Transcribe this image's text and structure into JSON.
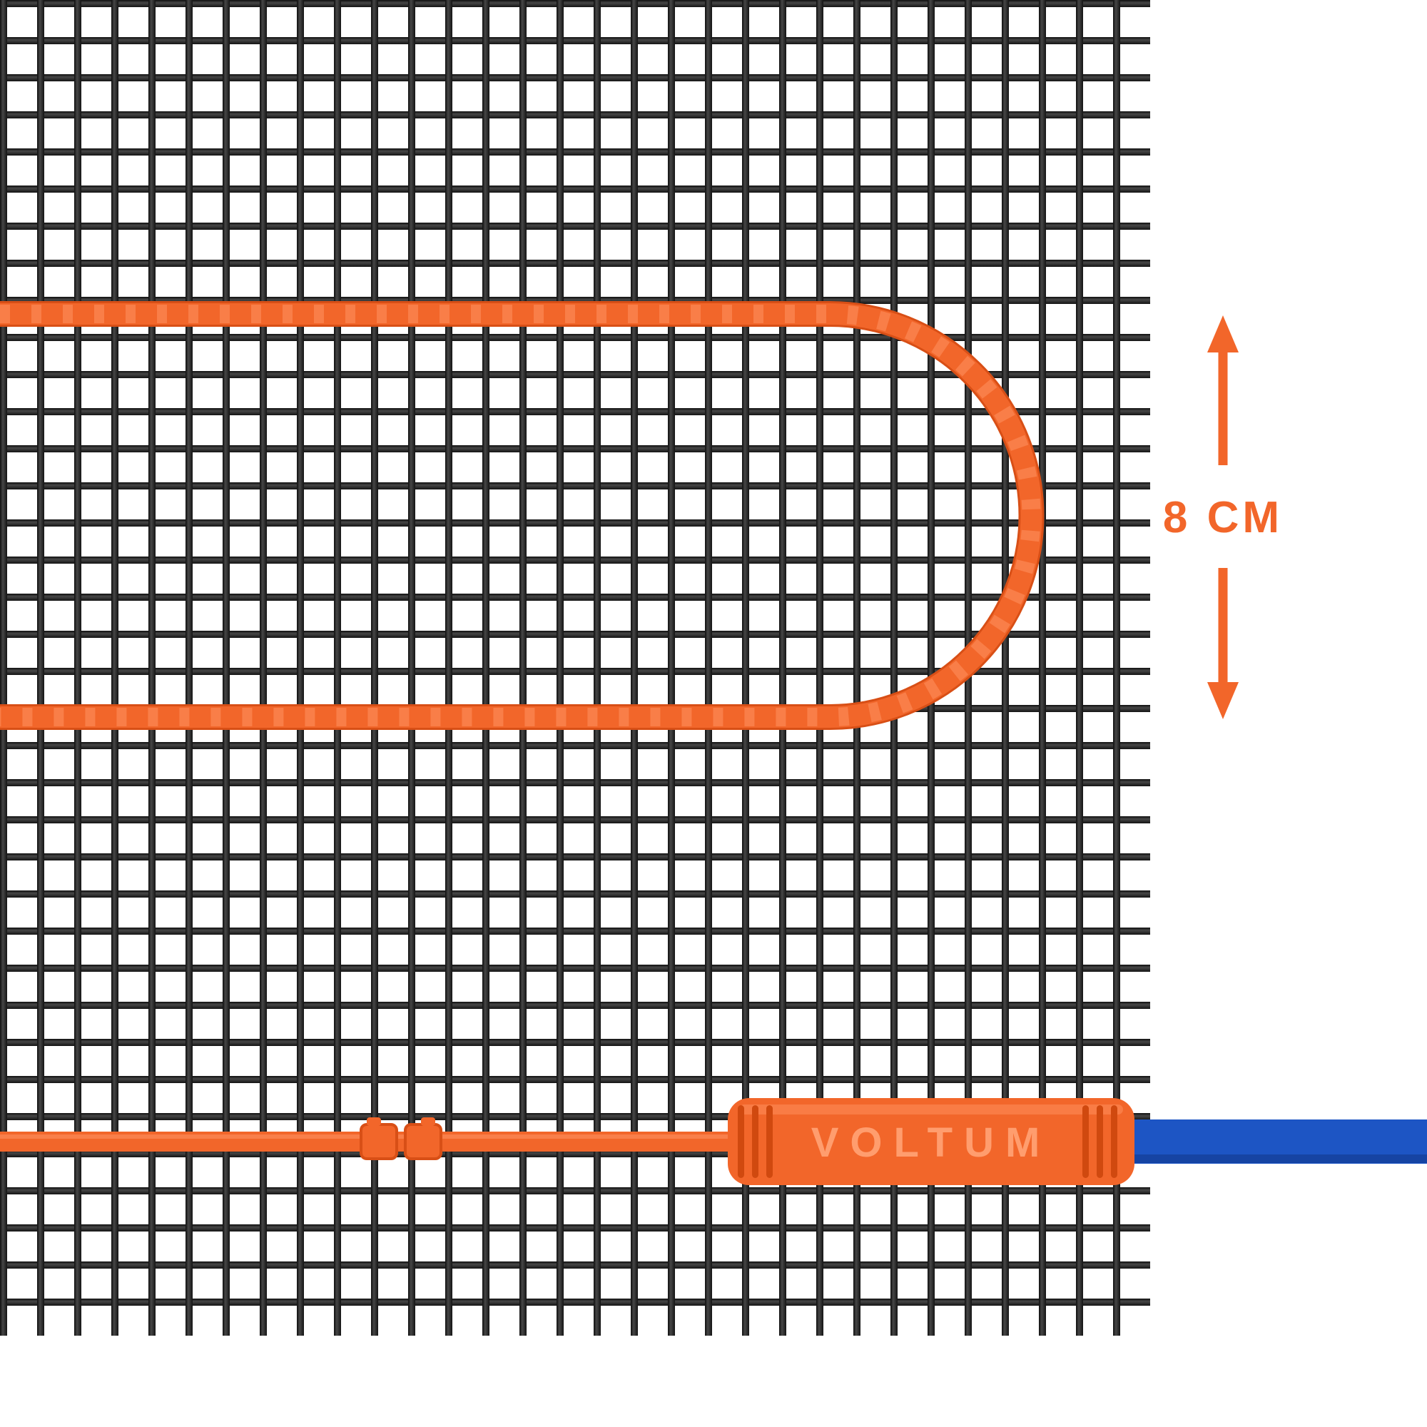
{
  "product": {
    "brand": "VOLTUM",
    "dimension_label": "8 CM"
  },
  "icons": {
    "dimension_arrow_up": "arrow-up",
    "dimension_arrow_down": "arrow-down"
  },
  "colors": {
    "background": "#ffffff",
    "mesh_wire": "#161616",
    "heating_cable": "#f2662a",
    "heating_cable_shade": "#d84f16",
    "heating_cable_highlight": "#ff9160",
    "connector_body": "#f2662a",
    "connector_groove": "#d0490f",
    "brand_text": "#ff9d6e",
    "cold_lead_blue": "#1d55c4",
    "cold_lead_blue_dark": "#15409c",
    "annotation_orange": "#f2662a"
  }
}
